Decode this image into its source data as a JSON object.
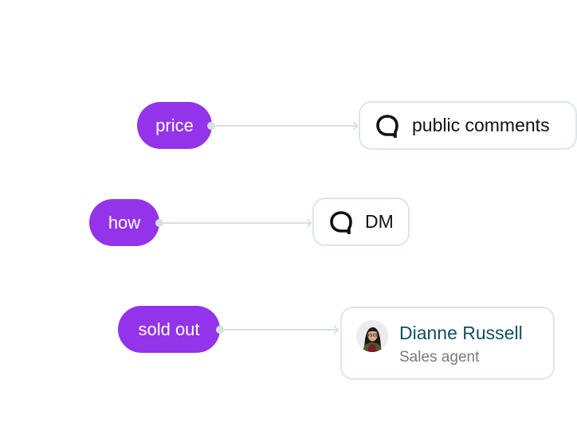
{
  "colors": {
    "trigger_pill": "#9333ea",
    "connector": "#d6e2e2",
    "card_border": "#dce7e7",
    "person_name": "#134e63",
    "person_role": "#7a7a7a"
  },
  "rules": [
    {
      "keyword": "price",
      "target": {
        "type": "channel",
        "icon": "chat-bubble-q-icon",
        "label": "public comments"
      }
    },
    {
      "keyword": "how",
      "target": {
        "type": "channel",
        "icon": "chat-bubble-q-icon",
        "label": "DM"
      }
    },
    {
      "keyword": "sold out",
      "target": {
        "type": "person",
        "icon": "avatar",
        "name": "Dianne Russell",
        "role": "Sales agent"
      }
    }
  ]
}
